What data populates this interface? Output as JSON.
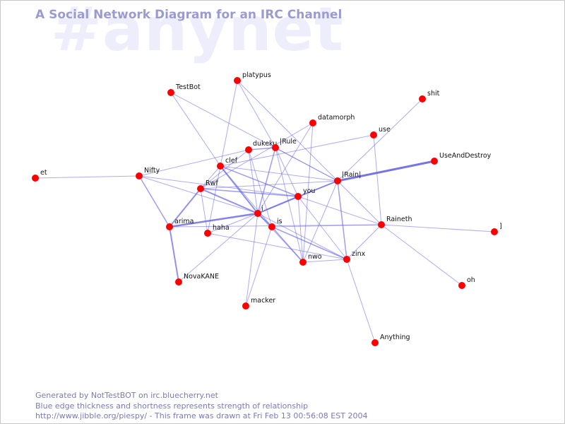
{
  "channel": "#anynet",
  "title": "A Social Network Diagram for an IRC Channel",
  "footer": {
    "line1": "Generated by NotTestBOT on irc.bluecherry.net",
    "line2": "Blue edge thickness and shortness represents strength of relationship",
    "line3": "http://www.jibble.org/piespy/ - This frame was drawn at Fri Feb 13 00:56:08 EST 2004"
  },
  "colors": {
    "node": "#ff0000",
    "edge": "#6464e6",
    "title": "#9b9bd3",
    "watermark": "#ededfb"
  },
  "nodes": [
    {
      "id": "platypus",
      "label": "platypus"
    },
    {
      "id": "TestBot",
      "label": "TestBot"
    },
    {
      "id": "shit",
      "label": "shit"
    },
    {
      "id": "datamorph",
      "label": "datamorph"
    },
    {
      "id": "use",
      "label": "use"
    },
    {
      "id": "dukeku",
      "label": "dukeku"
    },
    {
      "id": "IRule",
      "label": "|Rule"
    },
    {
      "id": "UseAndDestroy",
      "label": "UseAndDestroy"
    },
    {
      "id": "et",
      "label": "et"
    },
    {
      "id": "Nifty",
      "label": "Nifty"
    },
    {
      "id": "clef",
      "label": "clef"
    },
    {
      "id": "Rain",
      "label": "|Rain|"
    },
    {
      "id": "Rwf",
      "label": "Rwf"
    },
    {
      "id": "you",
      "label": "you"
    },
    {
      "id": "i",
      "label": "i"
    },
    {
      "id": "arima",
      "label": "arima"
    },
    {
      "id": "haha",
      "label": "haha"
    },
    {
      "id": "is",
      "label": "is"
    },
    {
      "id": "Raineth",
      "label": "Raineth"
    },
    {
      "id": "bracket",
      "label": "]"
    },
    {
      "id": "zinx",
      "label": "zinx"
    },
    {
      "id": "nwo",
      "label": "nwo"
    },
    {
      "id": "NovaKANE",
      "label": "NovaKANE"
    },
    {
      "id": "oh",
      "label": "oh"
    },
    {
      "id": "macker",
      "label": "macker"
    },
    {
      "id": "Anything",
      "label": "Anything"
    }
  ],
  "edges": [
    {
      "from": "Rain",
      "to": "UseAndDestroy",
      "weight": 3
    },
    {
      "from": "i",
      "to": "arima",
      "weight": 2.5
    },
    {
      "from": "i",
      "to": "you",
      "weight": 2
    },
    {
      "from": "i",
      "to": "clef",
      "weight": 2
    },
    {
      "from": "i",
      "to": "Rwf",
      "weight": 2
    },
    {
      "from": "arima",
      "to": "Rwf",
      "weight": 2
    },
    {
      "from": "arima",
      "to": "NovaKANE",
      "weight": 2
    },
    {
      "from": "arima",
      "to": "Nifty",
      "weight": 1.5
    },
    {
      "from": "i",
      "to": "is",
      "weight": 2
    },
    {
      "from": "i",
      "to": "IRule",
      "weight": 1.5
    },
    {
      "from": "i",
      "to": "Rain",
      "weight": 1.5
    },
    {
      "from": "clef",
      "to": "you",
      "weight": 1.5
    },
    {
      "from": "clef",
      "to": "Rain",
      "weight": 1
    },
    {
      "from": "Rwf",
      "to": "you",
      "weight": 1.5
    },
    {
      "from": "Rwf",
      "to": "Rain",
      "weight": 1
    },
    {
      "from": "you",
      "to": "Rain",
      "weight": 1.5
    },
    {
      "from": "dukeku",
      "to": "IRule",
      "weight": 1.5
    },
    {
      "from": "IRule",
      "to": "you",
      "weight": 1
    },
    {
      "from": "IRule",
      "to": "Rain",
      "weight": 1
    },
    {
      "from": "dukeku",
      "to": "i",
      "weight": 1
    },
    {
      "from": "dukeku",
      "to": "Rwf",
      "weight": 1
    },
    {
      "from": "Rain",
      "to": "zinx",
      "weight": 1.5
    },
    {
      "from": "is",
      "to": "zinx",
      "weight": 1.5
    },
    {
      "from": "is",
      "to": "nwo",
      "weight": 1.5
    },
    {
      "from": "i",
      "to": "nwo",
      "weight": 1
    },
    {
      "from": "arima",
      "to": "Raineth",
      "weight": 1
    },
    {
      "from": "is",
      "to": "Raineth",
      "weight": 1
    },
    {
      "from": "Raineth",
      "to": "zinx",
      "weight": 1
    },
    {
      "from": "clef",
      "to": "platypus",
      "weight": 1
    },
    {
      "from": "IRule",
      "to": "platypus",
      "weight": 1
    },
    {
      "from": "clef",
      "to": "TestBot",
      "weight": 1
    },
    {
      "from": "Rain",
      "to": "TestBot",
      "weight": 1
    },
    {
      "from": "Nifty",
      "to": "et",
      "weight": 1
    },
    {
      "from": "Nifty",
      "to": "i",
      "weight": 1
    },
    {
      "from": "Nifty",
      "to": "you",
      "weight": 1
    },
    {
      "from": "Nifty",
      "to": "dukeku",
      "weight": 1
    },
    {
      "from": "Rain",
      "to": "shit",
      "weight": 1
    },
    {
      "from": "use",
      "to": "Raineth",
      "weight": 1
    },
    {
      "from": "clef",
      "to": "use",
      "weight": 1
    },
    {
      "from": "datamorph",
      "to": "i",
      "weight": 1
    },
    {
      "from": "datamorph",
      "to": "Rwf",
      "weight": 1
    },
    {
      "from": "datamorph",
      "to": "nwo",
      "weight": 1
    },
    {
      "from": "Raineth",
      "to": "bracket",
      "weight": 1
    },
    {
      "from": "Raineth",
      "to": "oh",
      "weight": 1
    },
    {
      "from": "zinx",
      "to": "Anything",
      "weight": 1
    },
    {
      "from": "i",
      "to": "macker",
      "weight": 1
    },
    {
      "from": "is",
      "to": "macker",
      "weight": 1
    },
    {
      "from": "i",
      "to": "haha",
      "weight": 1
    },
    {
      "from": "haha",
      "to": "clef",
      "weight": 1
    },
    {
      "from": "haha",
      "to": "zinx",
      "weight": 1
    },
    {
      "from": "NovaKANE",
      "to": "i",
      "weight": 1
    },
    {
      "from": "nwo",
      "to": "zinx",
      "weight": 1
    },
    {
      "from": "Rain",
      "to": "nwo",
      "weight": 1
    },
    {
      "from": "you",
      "to": "nwo",
      "weight": 1
    },
    {
      "from": "dukeku",
      "to": "is",
      "weight": 1
    },
    {
      "from": "clef",
      "to": "is",
      "weight": 1
    },
    {
      "from": "you",
      "to": "Raineth",
      "weight": 1
    },
    {
      "from": "you",
      "to": "zinx",
      "weight": 1
    },
    {
      "from": "Rain",
      "to": "Raineth",
      "weight": 1
    },
    {
      "from": "IRule",
      "to": "nwo",
      "weight": 1
    },
    {
      "from": "Rwf",
      "to": "clef",
      "weight": 1
    },
    {
      "from": "Rwf",
      "to": "haha",
      "weight": 1
    },
    {
      "from": "platypus",
      "to": "Rain",
      "weight": 1
    },
    {
      "from": "i",
      "to": "zinx",
      "weight": 1
    }
  ]
}
